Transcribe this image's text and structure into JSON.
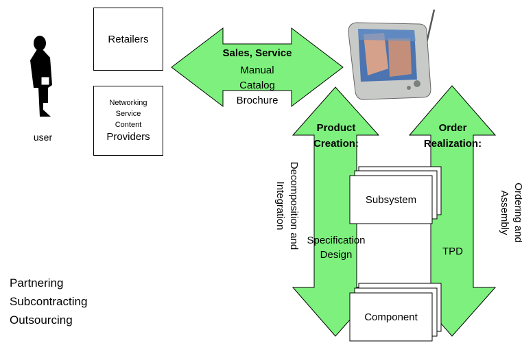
{
  "user": {
    "label": "user"
  },
  "retailers": {
    "label": "Retailers"
  },
  "providers": {
    "line1": "Networking",
    "line2": "Service",
    "line3": "Content",
    "line4": "Providers"
  },
  "sales_arrow": {
    "title": "Sales, Service",
    "line1": "Manual",
    "line2": "Catalog",
    "line3": "Brochure"
  },
  "product_creation": {
    "title_line1": "Product",
    "title_line2": "Creation:",
    "side_line1": "Decomposition and",
    "side_line2": "Integration",
    "spec_line1": "Specification",
    "spec_line2": "Design"
  },
  "order_realization": {
    "title_line1": "Order",
    "title_line2": "Realization:",
    "side_line1": "Ordering and",
    "side_line2": "Assembly",
    "tpd": "TPD"
  },
  "subsystem": {
    "label": "Subsystem"
  },
  "component": {
    "label": "Component"
  },
  "partnering": {
    "line1": "Partnering",
    "line2": "Subcontracting",
    "line3": "Outsourcing"
  },
  "colors": {
    "arrow_fill": "#7df07d",
    "stroke": "#000000"
  }
}
